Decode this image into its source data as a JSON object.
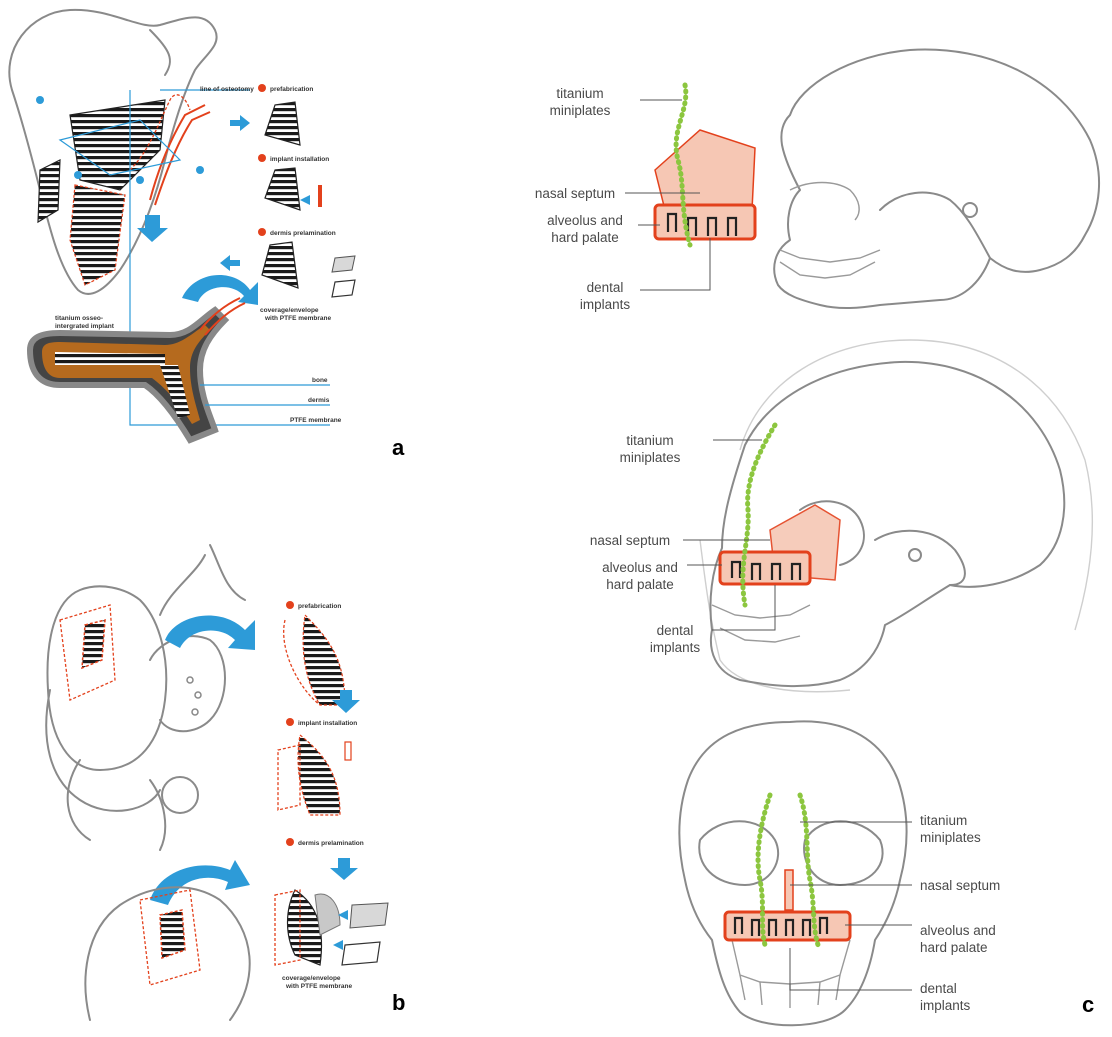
{
  "panels": {
    "a": {
      "letter": "a",
      "labels": {
        "line_of_osteotomy": "line of osteotomy",
        "prefabrication": "prefabrication",
        "implant_installation": "implant installation",
        "dermis_prelamination": "dermis prelamination",
        "coverage": "coverage/envelope",
        "coverage2": "with PTFE membrane",
        "titanium": "titanium osseo-",
        "titanium2": "intergrated implant",
        "bone": "bone",
        "dermis": "dermis",
        "ptfe": "PTFE membrane"
      }
    },
    "b": {
      "letter": "b",
      "labels": {
        "prefabrication": "prefabrication",
        "implant_installation": "implant installation",
        "dermis_prelamination": "dermis prelamination",
        "coverage": "coverage/envelope",
        "coverage2": "with PTFE membrane"
      }
    },
    "c": {
      "letter": "c",
      "lateral": {
        "titanium_1": "titanium",
        "titanium_2": "miniplates",
        "septum": "nasal septum",
        "alveolus_1": "alveolus and",
        "alveolus_2": "hard palate",
        "dental_1": "dental",
        "dental_2": "implants"
      },
      "oblique": {
        "titanium_1": "titanium",
        "titanium_2": "miniplates",
        "septum": "nasal septum",
        "alveolus_1": "alveolus and",
        "alveolus_2": "hard palate",
        "dental_1": "dental",
        "dental_2": "implants"
      },
      "frontal": {
        "titanium_1": "titanium",
        "titanium_2": "miniplates",
        "septum": "nasal septum",
        "alveolus_1": "alveolus and",
        "alveolus_2": "hard palate",
        "dental_1": "dental",
        "dental_2": "implants"
      }
    }
  },
  "colors": {
    "outline": "#8a8a8a",
    "red": "#e3411c",
    "salmon": "#f6c7b4",
    "blue": "#2d9bd8",
    "green": "#8cc63f"
  }
}
